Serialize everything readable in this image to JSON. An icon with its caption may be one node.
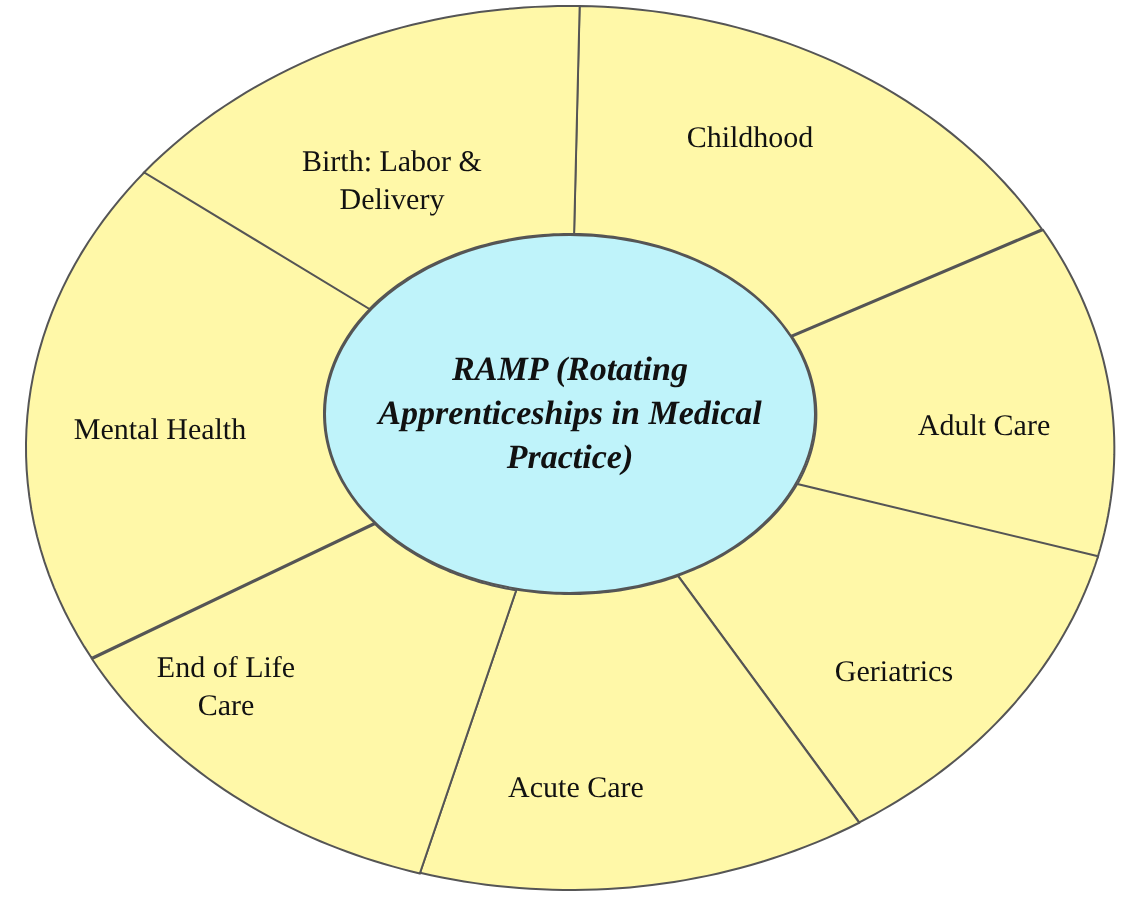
{
  "diagram": {
    "nodes": [
      {
        "text": [
          "RAMP (Rotating Apprenticeships in Medical Practice)"
        ]
      },
      {
        "text": [
          "Childhood"
        ]
      },
      {
        "text": [
          "Adult Care"
        ]
      },
      {
        "text": [
          "Geriatrics"
        ]
      },
      {
        "text": [
          "Acute Care"
        ]
      },
      {
        "text": [
          "End of Life Care"
        ]
      },
      {
        "text": [
          "Mental Health"
        ]
      },
      {
        "text": [
          "Birth: Labor & Delivery"
        ]
      }
    ]
  }
}
